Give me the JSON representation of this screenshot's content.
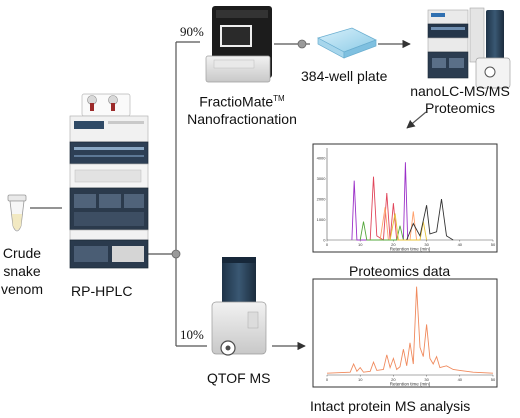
{
  "labels": {
    "crude_line1": "Crude",
    "crude_line2": "snake",
    "crude_line3": "venom",
    "rp_hplc": "RP-HPLC",
    "fractiomate_prefix": "FractioMate",
    "fractiomate_tm": "TM",
    "nanofractionation": "Nanofractionation",
    "well_plate": "384-well plate",
    "nanolc_line1": "nanoLC-MS/MS",
    "nanolc_line2": "Proteomics",
    "proteomics_data": "Proteomics data",
    "qtof": "QTOF MS",
    "intact": "Intact protein MS analysis",
    "pct_top": "90%",
    "pct_bottom": "10%"
  },
  "chart_data": [
    {
      "type": "line",
      "xlabel": "Retention time (min)",
      "xlim": [
        0,
        50
      ],
      "ylim": [
        0,
        4500
      ],
      "x_ticks": [
        "0",
        "10",
        "20",
        "30",
        "40",
        "50"
      ],
      "y_ticks": [
        "0",
        "1000",
        "2000",
        "3000",
        "4000"
      ],
      "series": [
        {
          "color": "#9b30c8",
          "values": [
            [
              7.5,
              0
            ],
            [
              8.2,
              2900
            ],
            [
              9,
              0
            ],
            [
              23,
              0
            ],
            [
              23.6,
              3800
            ],
            [
              24.3,
              0
            ]
          ]
        },
        {
          "color": "#e0455a",
          "values": [
            [
              13,
              0
            ],
            [
              14,
              3100
            ],
            [
              15,
              200
            ],
            [
              17,
              0
            ],
            [
              18,
              2300
            ],
            [
              19,
              0
            ],
            [
              20,
              1800
            ],
            [
              21,
              0
            ]
          ]
        },
        {
          "color": "#ff9f6a",
          "values": [
            [
              16,
              0
            ],
            [
              17.5,
              1600
            ],
            [
              18.5,
              0
            ],
            [
              25,
              0
            ],
            [
              26,
              1400
            ],
            [
              27,
              0
            ]
          ]
        },
        {
          "color": "#55a83d",
          "values": [
            [
              10,
              0
            ],
            [
              11,
              900
            ],
            [
              12,
              0
            ],
            [
              21,
              0
            ],
            [
              22,
              700
            ],
            [
              23,
              0
            ]
          ]
        },
        {
          "color": "#e6c23a",
          "values": [
            [
              19,
              0
            ],
            [
              20.5,
              1300
            ],
            [
              21.5,
              0
            ],
            [
              28,
              0
            ],
            [
              29,
              900
            ],
            [
              30,
              0
            ]
          ]
        },
        {
          "color": "#333333",
          "values": [
            [
              24,
              0
            ],
            [
              26,
              800
            ],
            [
              28,
              200
            ],
            [
              30,
              1700
            ],
            [
              31,
              300
            ],
            [
              33,
              400
            ],
            [
              34.5,
              2000
            ],
            [
              36,
              200
            ],
            [
              38,
              0
            ]
          ]
        }
      ]
    },
    {
      "type": "line",
      "xlabel": "Retention time (min)",
      "xlim": [
        0,
        50
      ],
      "ylim": [
        0,
        100
      ],
      "x_ticks": [
        "0",
        "10",
        "20",
        "30",
        "40",
        "50"
      ],
      "series": [
        {
          "color": "#f08a5d",
          "values": [
            [
              0,
              2
            ],
            [
              7,
              3
            ],
            [
              8,
              12
            ],
            [
              9,
              4
            ],
            [
              10,
              8
            ],
            [
              11,
              3
            ],
            [
              13,
              4
            ],
            [
              14,
              14
            ],
            [
              15,
              5
            ],
            [
              17,
              6
            ],
            [
              18,
              22
            ],
            [
              19,
              8
            ],
            [
              20,
              18
            ],
            [
              21,
              6
            ],
            [
              22,
              9
            ],
            [
              23,
              28
            ],
            [
              24,
              10
            ],
            [
              25,
              35
            ],
            [
              26,
              12
            ],
            [
              27,
              96
            ],
            [
              28,
              30
            ],
            [
              29,
              20
            ],
            [
              30,
              55
            ],
            [
              31,
              18
            ],
            [
              32,
              12
            ],
            [
              33,
              20
            ],
            [
              34,
              8
            ],
            [
              36,
              10
            ],
            [
              38,
              6
            ],
            [
              40,
              5
            ],
            [
              44,
              3
            ],
            [
              50,
              2
            ]
          ]
        }
      ]
    }
  ],
  "colors": {
    "arrow": "#555555",
    "node": "#9a9a9a",
    "chart_border": "#333333"
  }
}
